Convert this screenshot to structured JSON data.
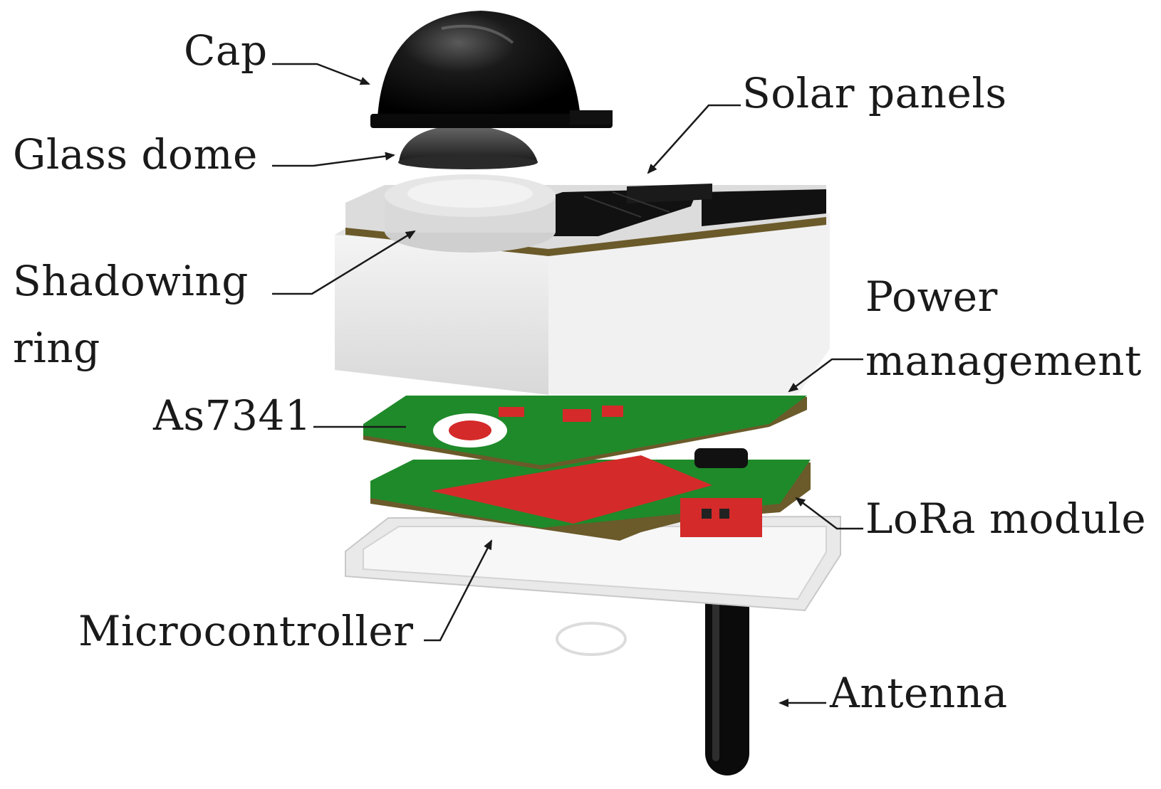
{
  "diagram": {
    "labels": {
      "cap": "Cap",
      "glass_dome": "Glass dome",
      "solar_panels": "Solar panels",
      "shadowing_ring_line1": "Shadowing",
      "shadowing_ring_line2": "ring",
      "power_management_line1": "Power",
      "power_management_line2": "management",
      "as7341": "As7341",
      "lora_module": "LoRa module",
      "microcontroller": "Microcontroller",
      "antenna": "Antenna"
    },
    "colors": {
      "pcb_green": "#1f8a2a",
      "pcb_red": "#d42a2a",
      "enclosure_white": "#ececec",
      "solar_black": "#111111",
      "cap_black": "#0a0a0a",
      "pcb_edge": "#6b5a2a"
    }
  }
}
